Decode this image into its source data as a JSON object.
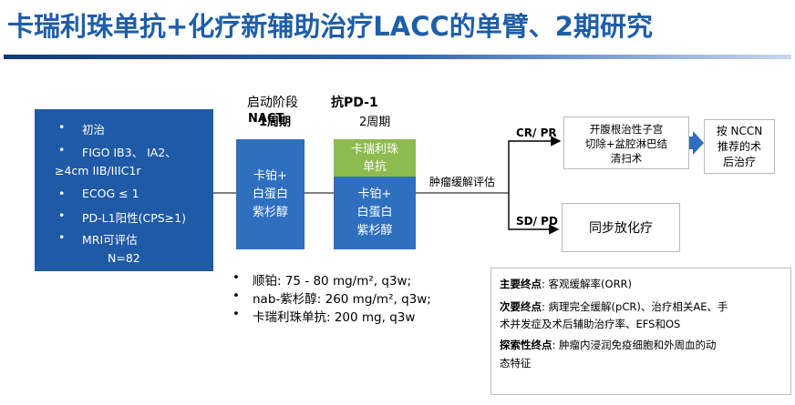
{
  "title": "卡瑞利珠单抗+化疗新辅助治疗LACC的单臂、2期研究",
  "eligibility": {
    "items": [
      "初治",
      "FIGO IB3、 IA2、",
      "≥4cm IIB/IIIC1r",
      "ECOG ≤ 1",
      "PD-L1阳性(CPS≥1)",
      "MRI可评估"
    ],
    "n": "N=82"
  },
  "phase1": {
    "header_line1": "启动阶段",
    "header_line2": "NACT",
    "header_line2_overlap": "1周期",
    "box_lines": [
      "卡铂+",
      "白蛋白",
      "紫杉醇"
    ]
  },
  "phase2": {
    "header_line1": "抗PD-1",
    "header_line2": "2周期",
    "green_lines": [
      "卡瑞利珠",
      "单抗"
    ],
    "box_lines": [
      "卡铂+",
      "白蛋白",
      "紫杉醇"
    ]
  },
  "assessment_label": "肿瘤缓解评估",
  "branch_cr_pr": "CR/ PR",
  "branch_sd_pd": "SD/ PD",
  "surgery_lines": [
    "开腹根治性子宫",
    "切除+盆腔淋巴结",
    "清扫术"
  ],
  "post_therapy_lines": [
    "按 NCCN",
    "推荐的术",
    "后治疗"
  ],
  "chemoradiation": "同步放化疗",
  "doses": [
    {
      "bullet": "•",
      "text": "顺铂: 75 - 80 mg/m², q3w;"
    },
    {
      "bullet": "•",
      "text": "nab-紫杉醇: 260 mg/m², q3w;"
    },
    {
      "bullet": "•",
      "text": "卡瑞利珠单抗: 200 mg, q3w"
    }
  ],
  "endpoints": {
    "primary_label": "主要终点",
    "primary_text": "客观缓解率(ORR)",
    "secondary_label": "次要终点",
    "secondary_text_1": "病理完全缓解(pCR)、治疗相关AE、手",
    "secondary_text_2": "术并发症及术后辅助治疗率、EFS和OS",
    "exploratory_label": "探索性终点",
    "exploratory_text_1": "肿瘤内浸润免疫细胞和外周血的动",
    "exploratory_text_2": "态特征"
  },
  "colors": {
    "title": "#1f5ea8",
    "eligibility_bg": "#1f5aa6",
    "arm_box": "#2f6fc0",
    "drug_green": "#8dbb4f",
    "arrow_blue": "#2f6fc0"
  }
}
